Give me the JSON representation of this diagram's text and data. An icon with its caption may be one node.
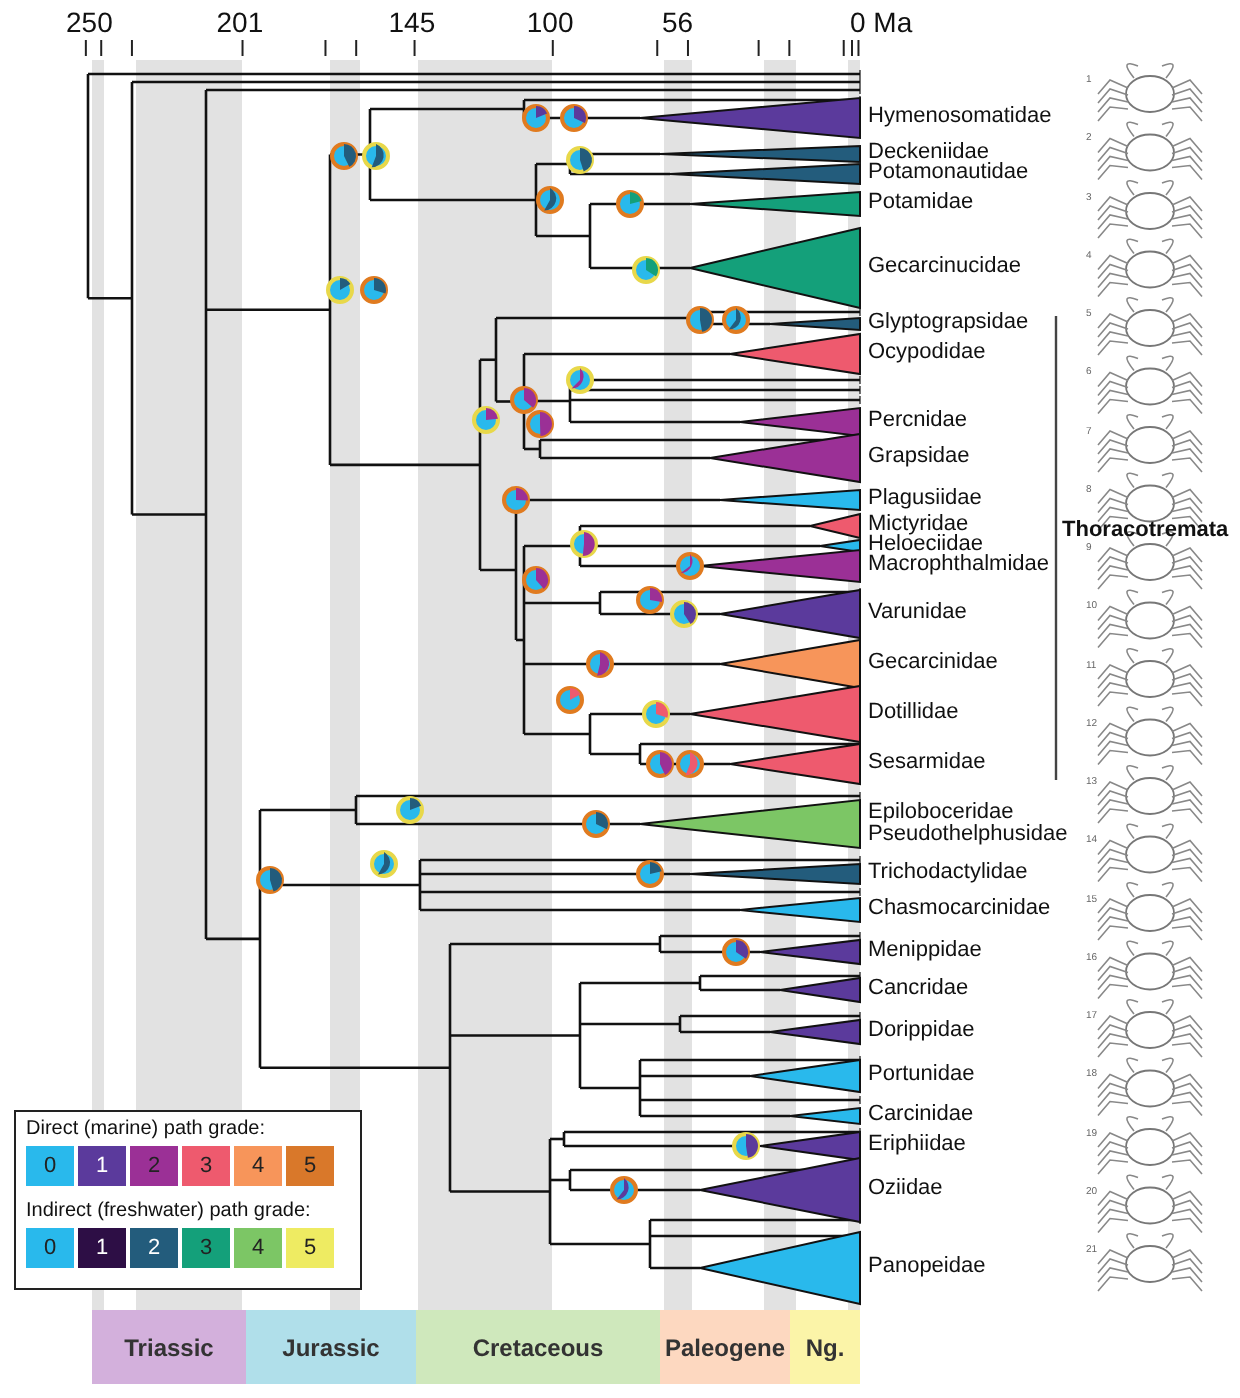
{
  "diagram": {
    "nodes": [
      {
        "text": [
          "Triassic"
        ]
      },
      {
        "text": [
          "Jurassic"
        ]
      },
      {
        "text": [
          "Cretaceous"
        ]
      },
      {
        "text": [
          "Paleogene"
        ]
      },
      {
        "text": [
          "Ng."
        ]
      }
    ],
    "labels": [
      "250",
      "201",
      "145",
      "100",
      "56",
      "0 Ma",
      "Hymenosomatidae",
      "Deckeniidae",
      "Potamonautidae",
      "Potamidae",
      "Gecarcinucidae",
      "Glyptograpsidae",
      "Ocypodidae",
      "Percnidae",
      "Grapsidae",
      "Plagusiidae",
      "Mictyridae",
      "Heloeciidae",
      "Macrophthalmidae",
      "Varunidae",
      "Gecarcinidae",
      "Dotillidae",
      "Sesarmidae",
      "Epiloboceridae",
      "Pseudothelphusidae",
      "Trichodactylidae",
      "Chasmocarcinidae",
      "Menippidae",
      "Cancridae",
      "Dorippidae",
      "Portunidae",
      "Carcinidae",
      "Eriphiidae",
      "Oziidae",
      "Panopeidae",
      "Thoracotremata",
      "1",
      "2",
      "3",
      "4",
      "5",
      "6",
      "7",
      "8",
      "9",
      "10",
      "11",
      "12",
      "13",
      "14",
      "15",
      "16",
      "17",
      "18",
      "19",
      "20",
      "21",
      "Direct (marine) path grade:",
      "Indirect (freshwater) path grade:"
    ],
    "legend": [
      {
        "text": "0",
        "color": "#29b9ec"
      },
      {
        "text": "1",
        "color": "#5b3a9c"
      },
      {
        "text": "2",
        "color": "#9b3096"
      },
      {
        "text": "3",
        "color": "#ee5a6e"
      },
      {
        "text": "4",
        "color": "#f7955a"
      },
      {
        "text": "5",
        "color": "#d9782a"
      },
      {
        "text": "0",
        "color": "#29b9ec"
      },
      {
        "text": "1",
        "color": "#2d0e45"
      },
      {
        "text": "2",
        "color": "#235c7c"
      },
      {
        "text": "3",
        "color": "#14a07a"
      },
      {
        "text": "4",
        "color": "#7cc665"
      },
      {
        "text": "5",
        "color": "#eeeb62"
      }
    ]
  }
}
